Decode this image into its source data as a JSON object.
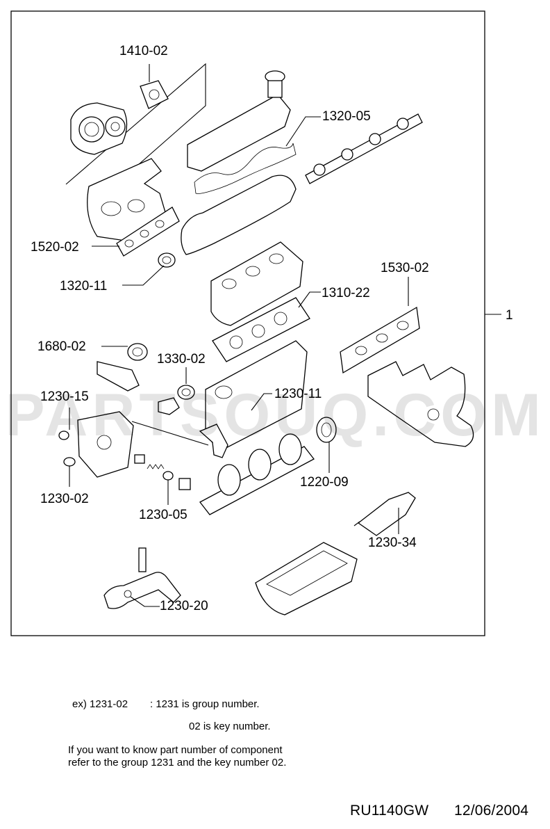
{
  "callouts": {
    "c1410_02": "1410-02",
    "c1320_05": "1320-05",
    "c1520_02": "1520-02",
    "c1530_02": "1530-02",
    "c1320_11": "1320-11",
    "c1310_22": "1310-22",
    "c1": "1",
    "c1680_02": "1680-02",
    "c1330_02": "1330-02",
    "c1230_15": "1230-15",
    "c1230_11": "1230-11",
    "c1230_02": "1230-02",
    "c1220_09": "1220-09",
    "c1230_05": "1230-05",
    "c1230_34": "1230-34",
    "c1230_20": "1230-20"
  },
  "notes": {
    "example_code": "ex) 1231-02",
    "example_group": ": 1231 is group number.",
    "example_key": "02  is key  number.",
    "info_line1": "If you want to know  part number of component",
    "info_line2": "refer to the group 1231 and the key number 02."
  },
  "footer": {
    "code": "RU1140GW",
    "date": "12/06/2004"
  },
  "watermark": "PARTSOUQ.COM"
}
